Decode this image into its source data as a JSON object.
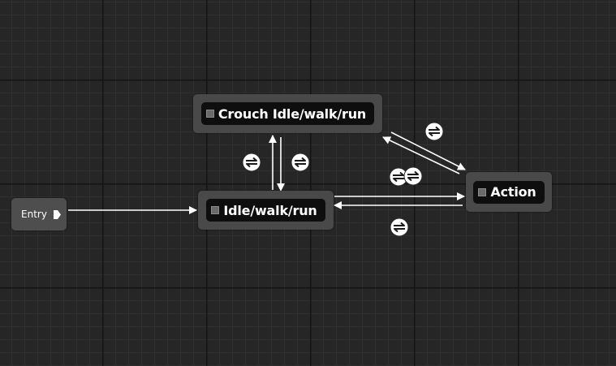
{
  "graph": {
    "entry": {
      "label": "Entry"
    },
    "states": [
      {
        "id": "crouch",
        "label": "Crouch Idle/walk/run"
      },
      {
        "id": "idle",
        "label": "Idle/walk/run"
      },
      {
        "id": "action",
        "label": "Action"
      }
    ],
    "colors": {
      "background": "#262626",
      "node": "#494949",
      "node_inner": "#0e0e0e",
      "wire": "#ffffff"
    },
    "icons": {
      "transition_rule": "transition-rule-icon",
      "state": "state-icon",
      "entry_pin": "entry-pin-icon"
    }
  }
}
